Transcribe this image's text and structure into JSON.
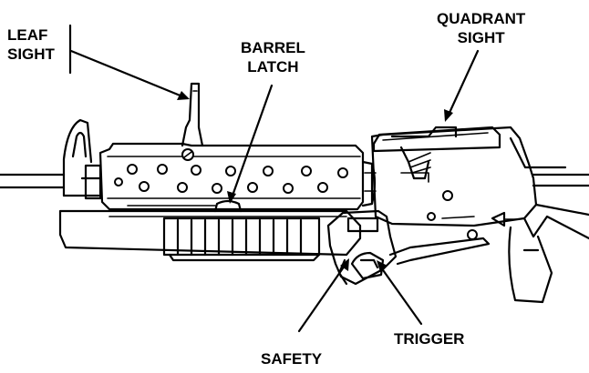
{
  "labels": {
    "leaf_sight_line1": "LEAF",
    "leaf_sight_line2": "SIGHT",
    "barrel_latch_line1": "BARREL",
    "barrel_latch_line2": "LATCH",
    "quadrant_sight_line1": "QUADRANT",
    "quadrant_sight_line2": "SIGHT",
    "trigger": "TRIGGER",
    "safety": "SAFETY"
  },
  "colors": {
    "ink": "#000000",
    "background": "#ffffff"
  }
}
